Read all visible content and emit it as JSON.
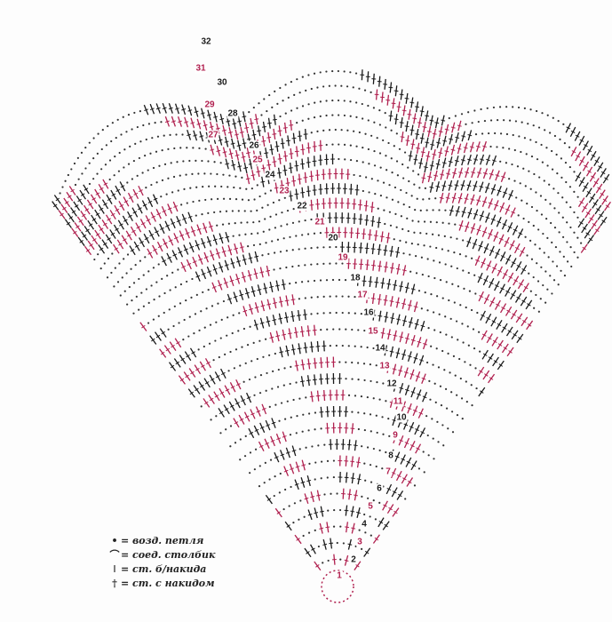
{
  "colors": {
    "black": "#1a1a1a",
    "magenta": "#b0204f",
    "dot": "#333333"
  },
  "row_numbers": [
    "1",
    "2",
    "3",
    "4",
    "5",
    "6",
    "7",
    "8",
    "9",
    "10",
    "11",
    "12",
    "13",
    "14",
    "15",
    "16",
    "17",
    "18",
    "19",
    "20",
    "21",
    "22",
    "23",
    "24",
    "25",
    "26",
    "27",
    "28",
    "29",
    "30",
    "31",
    "32"
  ],
  "legend": [
    {
      "icon": "chain-dot-icon",
      "symbol": "•",
      "text": "= возд. петля"
    },
    {
      "icon": "slip-stitch-icon",
      "symbol": "⌒",
      "text": "= соед. столбик"
    },
    {
      "icon": "single-crochet-icon",
      "symbol": "ǀ",
      "text": "= ст. б/накида"
    },
    {
      "icon": "double-crochet-icon",
      "symbol": "†",
      "text": "= ст. с накидом"
    }
  ]
}
